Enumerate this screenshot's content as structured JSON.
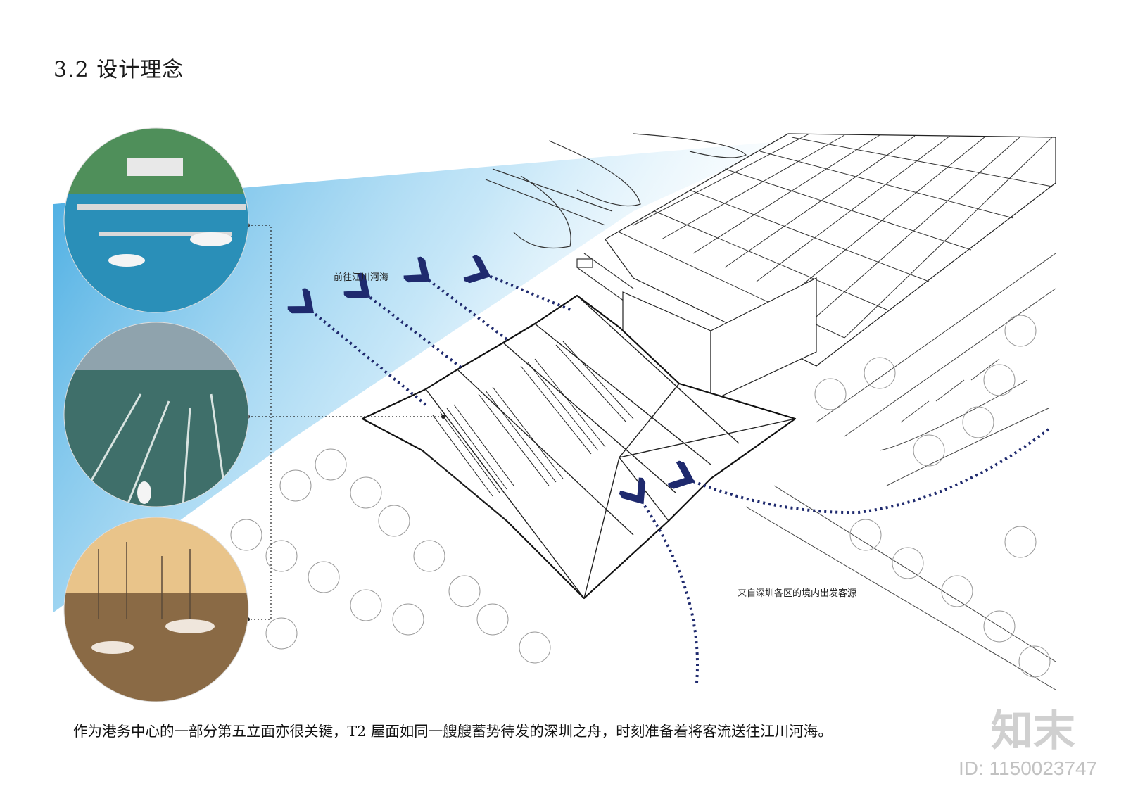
{
  "title": "3.2 设计理念",
  "labels": {
    "to_sea": "前往江川河海",
    "passenger_source": "来自深圳各区的境内出发客源"
  },
  "caption": "作为港务中心的一部分第五立面亦很关键，T2 屋面如同一艘艘蓄势待发的深圳之舟，时刻准备着将客流送往江川河海。",
  "watermark": {
    "logo": "知末",
    "id": "ID: 1150023747"
  },
  "photos": [
    {
      "name": "marina-aerial-photo",
      "sky": "#4f8f5a",
      "water": "#2a8fb8"
    },
    {
      "name": "boats-wakes-photo",
      "sky": "#8fa3ad",
      "water": "#3f6f6a"
    },
    {
      "name": "sunset-harbor-photo",
      "sky": "#e9c48a",
      "water": "#8a6a45"
    }
  ],
  "colors": {
    "arrow": "#1f2a6e",
    "water_gradient_top": "#3ea6e0",
    "water_gradient_bottom": "#ffffff",
    "line": "#222222"
  }
}
